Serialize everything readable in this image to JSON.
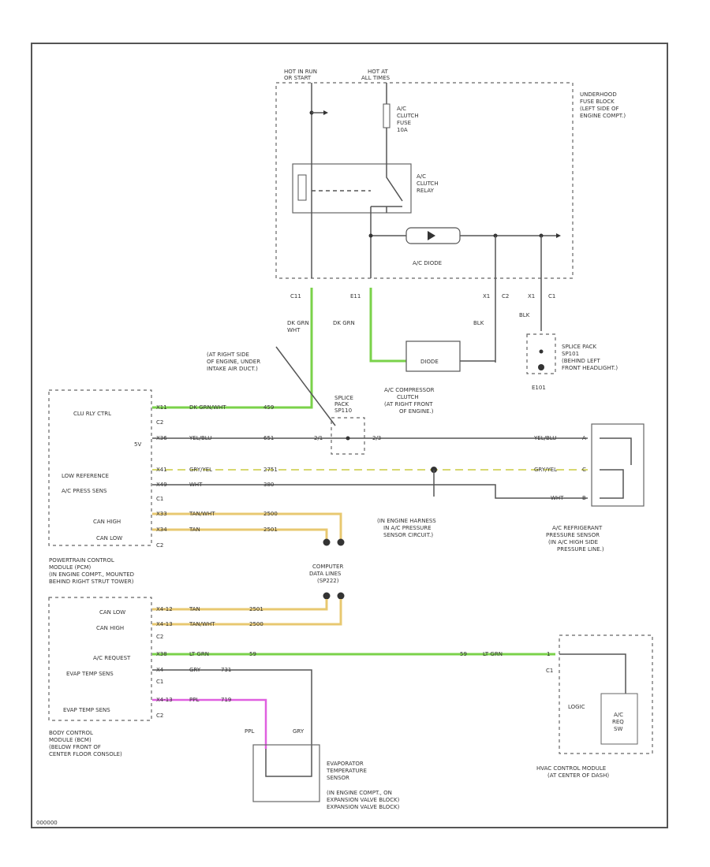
{
  "fuse_block": {
    "hot_run_1": "HOT IN RUN",
    "hot_run_2": "OR START",
    "hot_all_1": "HOT AT",
    "hot_all_2": "ALL TIMES",
    "name_1": "UNDERHOOD",
    "name_2": "FUSE BLOCK",
    "name_3": "(LEFT SIDE OF",
    "name_4": "ENGINE COMPT.)",
    "fuse_1": "A/C",
    "fuse_2": "CLUTCH",
    "fuse_3": "FUSE",
    "fuse_4": "10A",
    "relay_1": "A/C",
    "relay_2": "CLUTCH",
    "relay_3": "RELAY",
    "diode": "A/C DIODE"
  },
  "connectors": {
    "c11": "C11",
    "e11": "E11",
    "x2_c2": "C2",
    "x2_pin": "X1",
    "x1_c1": "C1",
    "x1_pin": "X1",
    "e101": "E101",
    "blk1": "BLK",
    "blk2": "BLK",
    "dk_grn_1a": "DK GRN",
    "dk_grn_1b": "WHT",
    "dk_grn_2": "DK GRN"
  },
  "notes": {
    "right_side_1": "(AT RIGHT SIDE",
    "right_side_2": "OF ENGINE, UNDER",
    "right_side_3": "INTAKE AIR DUCT.)",
    "splice_1": "SPLICE PACK",
    "splice_2": "SP101",
    "splice_3": "(BEHIND LEFT",
    "splice_4": "FRONT HEADLIGHT.)",
    "splice_b1": "SPLICE",
    "splice_b2": "PACK",
    "splice_b3": "SP110",
    "clutch_1": "A/C COMPRESSOR",
    "clutch_2": "CLUTCH",
    "clutch_3": "(AT RIGHT FRONT",
    "clutch_4": "OF ENGINE.)",
    "clutch_inner": "DIODE",
    "harness_1": "(IN ENGINE HARNESS",
    "harness_2": "IN A/C PRESSURE",
    "harness_3": "SENSOR CIRCUIT.)",
    "refsens_1": "A/C REFRIGERANT",
    "refsens_2": "PRESSURE SENSOR",
    "refsens_3": "(IN A/C HIGH SIDE",
    "refsens_4": "PRESSURE LINE.)",
    "dlc_1": "COMPUTER",
    "dlc_2": "DATA LINES",
    "dlc_3": "(SP222)",
    "pcm_1": "POWERTRAIN CONTROL",
    "pcm_2": "MODULE (PCM)",
    "pcm_3": "(IN ENGINE COMPT., MOUNTED",
    "pcm_4": "BEHIND RIGHT STRUT TOWER)",
    "bcm_1": "BODY CONTROL",
    "bcm_2": "MODULE (BCM)",
    "bcm_3": "(BELOW FRONT OF",
    "bcm_4": "CENTER FLOOR CONSOLE)",
    "evap_1": "EVAPORATOR",
    "evap_2": "TEMPERATURE",
    "evap_3": "SENSOR",
    "evap_4": "(IN ENGINE COMPT., ON",
    "evap_5": "EXPANSION VALVE BLOCK)",
    "hvac_1": "HVAC CONTROL MODULE",
    "hvac_2": "(AT CENTER OF DASH)",
    "logic": "LOGIC",
    "req_1": "A/C",
    "req_2": "REQ",
    "req_3": "SW",
    "footer": "000000"
  },
  "pcm_pins": {
    "clrly": "CLU RLY CTRL",
    "v5": "5V",
    "lowref": "LOW REFERENCE",
    "acpress": "A/C PRESS SENS",
    "canhigh": "CAN HIGH",
    "canlow": "CAN LOW",
    "c2a": "C2",
    "c1a": "C1",
    "c2b": "C2"
  },
  "bcm_pins": {
    "canlow": "CAN LOW",
    "canhigh": "CAN HIGH",
    "acreq": "A/C REQUEST",
    "evap1": "EVAP TEMP SENS",
    "evap2": "EVAP TEMP SENS",
    "c2a": "C2",
    "c2b": "C2",
    "c1": "C1"
  },
  "wires": {
    "w1_pin": "X11",
    "w1_col": "DK GRN/WHT",
    "w1_num": "459",
    "w2_pin": "X36",
    "w2_col": "YEL/BLU",
    "w2_num": "651",
    "w2_mid": "2/1",
    "w2_pin_r": "2/3",
    "w2_col_r": "YEL/BLU",
    "w2_end": "A",
    "w3_pin": "X41",
    "w3_col": "GRY/YEL",
    "w3_num": "2751",
    "w3_col_r": "GRY/YEL",
    "w3_end": "C",
    "w4_pin": "X49",
    "w4_col": "WHT",
    "w4_num": "380",
    "w4_col_r": "WHT",
    "w4_end": "B",
    "w5_pin": "X33",
    "w5_col": "TAN/WHT",
    "w5_num": "2500",
    "w6_pin": "X34",
    "w6_col": "TAN",
    "w6_num": "2501",
    "w7_pin": "X4-12",
    "w7_col": "TAN",
    "w7_num": "2501",
    "w8_pin": "X4-13",
    "w8_col": "TAN/WHT",
    "w8_num": "2500",
    "w9_pin": "X38",
    "w9_col": "LT GRN",
    "w9_num": "59",
    "w9_num_r": "59",
    "w9_col_r": "LT GRN",
    "w9_end": "1",
    "w10_pin": "X4",
    "w10_col": "GRY",
    "w10_num": "731",
    "w11_pin": "X4-13",
    "w11_col": "PPL",
    "w11_num": "719",
    "ppl": "PPL",
    "gry": "GRY",
    "sp_pin": "C1"
  }
}
